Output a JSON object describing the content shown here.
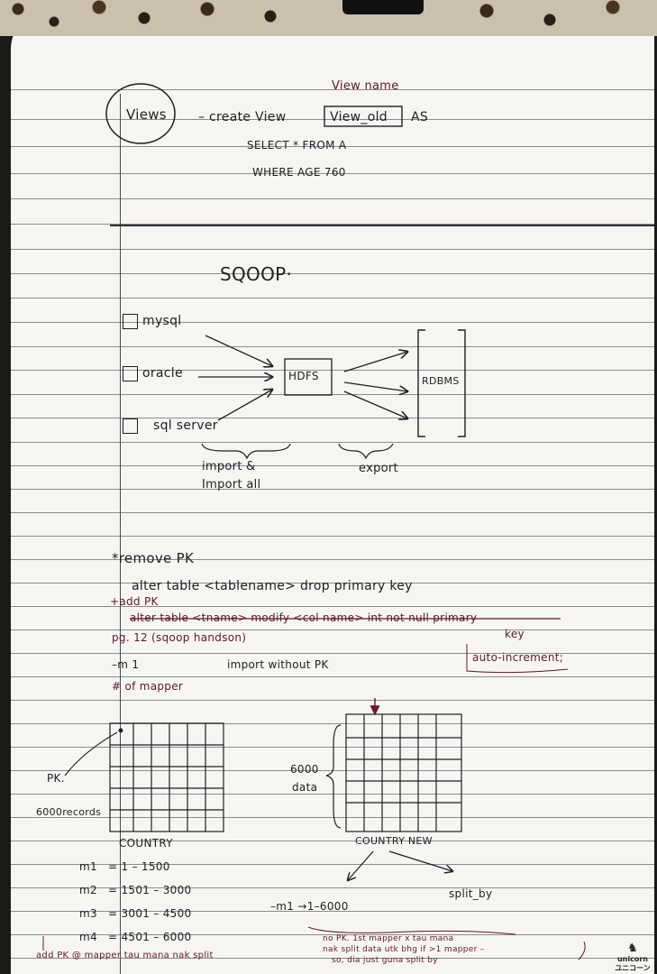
{
  "views_section": {
    "heading": "Views",
    "annotation_view_name": "View name",
    "line1_prefix": "– create View",
    "line1_boxed": "View_old",
    "line1_suffix": "AS",
    "line2": "SELECT  *  FROM A",
    "line3": "WHERE   AGE 760"
  },
  "sqoop_section": {
    "title": "SQOOP·",
    "sources": [
      "mysql",
      "oracle",
      "sql server"
    ],
    "hdfs_label": "HDFS",
    "rdbms_label": "RDBMS",
    "import_label_1": "import &",
    "import_label_2": "Import all",
    "export_label": "export"
  },
  "pk_section": {
    "remove_pk_title": "*remove  PK",
    "drop_pk_cmd": "alter  table  <tablename>  drop  primary key",
    "add_pk_title": "+add PK",
    "add_pk_cmd": "alter table <tname> modify <col name> int not null primary",
    "add_pk_key": "key",
    "auto_increment": "auto-increment;",
    "page_ref": "pg. 12 (sqoop handson)",
    "m_flag": "–m  1",
    "import_without_pk": "import without PK",
    "num_mapper": "# of mapper"
  },
  "tables_section": {
    "pk_label": "PK.",
    "records_label": "6000records",
    "country_label": "COUNTRY",
    "data_label_1": "6000",
    "data_label_2": "data",
    "country_new_label": "COUNTRY NEW",
    "split_by_label": "split_by"
  },
  "mapper_ranges": [
    {
      "name": "m1",
      "range": "=  1 –   1500"
    },
    {
      "name": "m2",
      "range": "=  1501 – 3000"
    },
    {
      "name": "m3",
      "range": "=  3001 – 4500"
    },
    {
      "name": "m4",
      "range": "= 4501 – 6000"
    }
  ],
  "m1_note": "–m1   →1–6000",
  "bottom_notes": {
    "left_note": "add PK @ mapper tau mana nak split",
    "right_note_1": "no PK. 1st mapper x tau mana",
    "right_note_2": "nak split data utk bhg if >1 mapper –",
    "right_note_3": "so, dia just guna split by"
  },
  "branding": {
    "logo_text": "unicorn",
    "logo_subtext": "ユニコーン"
  }
}
